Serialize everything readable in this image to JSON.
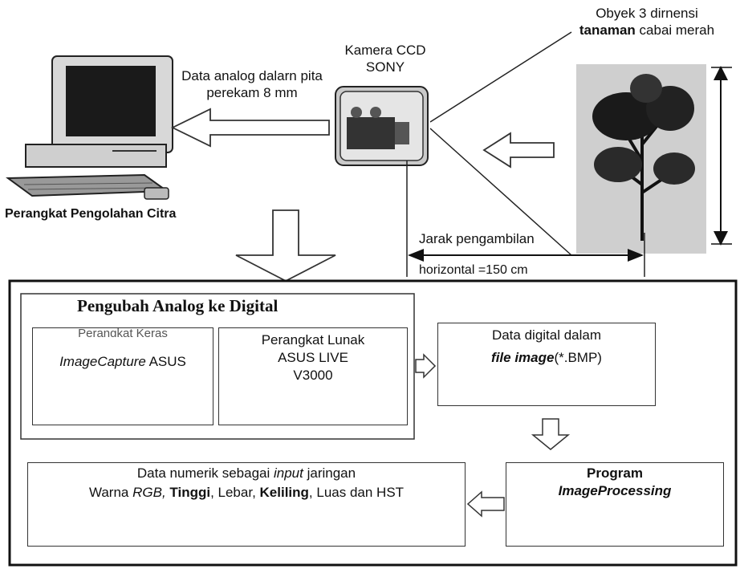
{
  "object_label": {
    "line1": "Obyek 3 dirnensi",
    "line2_bold": "tanaman",
    "line2_rest": " cabai merah"
  },
  "camera_label": {
    "line1": "Kamera CCD",
    "line2": "SONY"
  },
  "analog_label": {
    "line1": "Data analog dalarn pita",
    "line2": "perekam 8 mm"
  },
  "pc_label": "Perangkat Pengolahan Citra",
  "distance_label": {
    "line1": "Jarak pengambilan",
    "line2": "horizontal =150 cm"
  },
  "adc": {
    "title": "Pengubah Analog ke Digital",
    "hw_partial": "Perangkat Keras",
    "hw_italic": "ImageCapture",
    "hw_rest": " ASUS",
    "sw_line1": "Perangkat Lunak",
    "sw_line2": "ASUS LIVE",
    "sw_line3": "V3000"
  },
  "digital": {
    "line1": "Data digital dalam",
    "italic_bold": "file image",
    "rest": "(*.BMP)"
  },
  "program": {
    "line1": "Program",
    "line2": "ImageProcessing"
  },
  "numeric": {
    "l1_a": "Data numerik sebagai ",
    "l1_italic": "input",
    "l1_b": " jaringan",
    "l2_a": "Warna ",
    "l2_italic": "RGB,",
    "l2_bold1": " Tinggi",
    "l2_b": ", Lebar, ",
    "l2_bold2": "Keliling",
    "l2_c": ", Luas dan HST"
  }
}
